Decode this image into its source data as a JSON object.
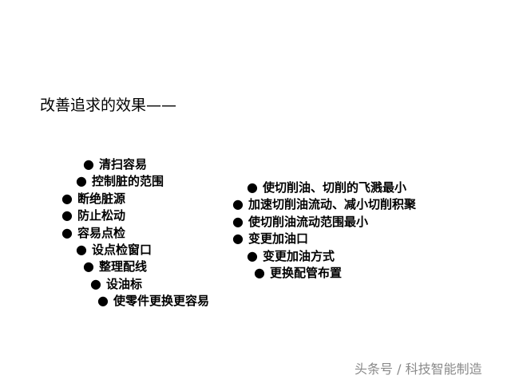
{
  "title": "改善追求的效果——",
  "bullet_glyph": "●",
  "left_list": [
    "清扫容易",
    "控制脏的范围",
    "断绝脏源",
    "防止松动",
    "容易点检",
    "设点检窗口",
    "整理配线",
    "设油标",
    "使零件更换更容易"
  ],
  "right_list": [
    "使切削油、切削的飞溅最小",
    "加速切削油流动、减小切削积聚",
    "使切削油流动范围最小",
    "变更加油口",
    "变更加油方式",
    "更换配管布置"
  ],
  "watermark": "头条号 / 科技智能制造"
}
